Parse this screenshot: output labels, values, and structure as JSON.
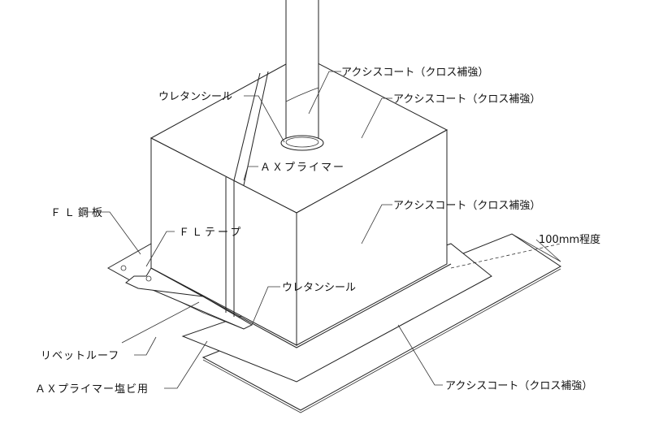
{
  "labels": {
    "axis_coat_1": "アクシスコート（クロス補強）",
    "axis_coat_2": "アクシスコート（クロス補強）",
    "urethane_seal_top": "ウレタンシール",
    "ax_primer": "ＡＸプライマー",
    "fl_steel_plate": "ＦＬ鋼板",
    "fl_tape": "ＦＬテープ",
    "axis_coat_3": "アクシスコート（クロス補強）",
    "overlap_dimension": "100mm程度",
    "urethane_seal_bottom": "ウレタンシール",
    "rivet_roof": "リベットルーフ",
    "ax_primer_pvc": "ＡＸプライマー塩ビ用",
    "axis_coat_4": "アクシスコート（クロス補強）"
  }
}
